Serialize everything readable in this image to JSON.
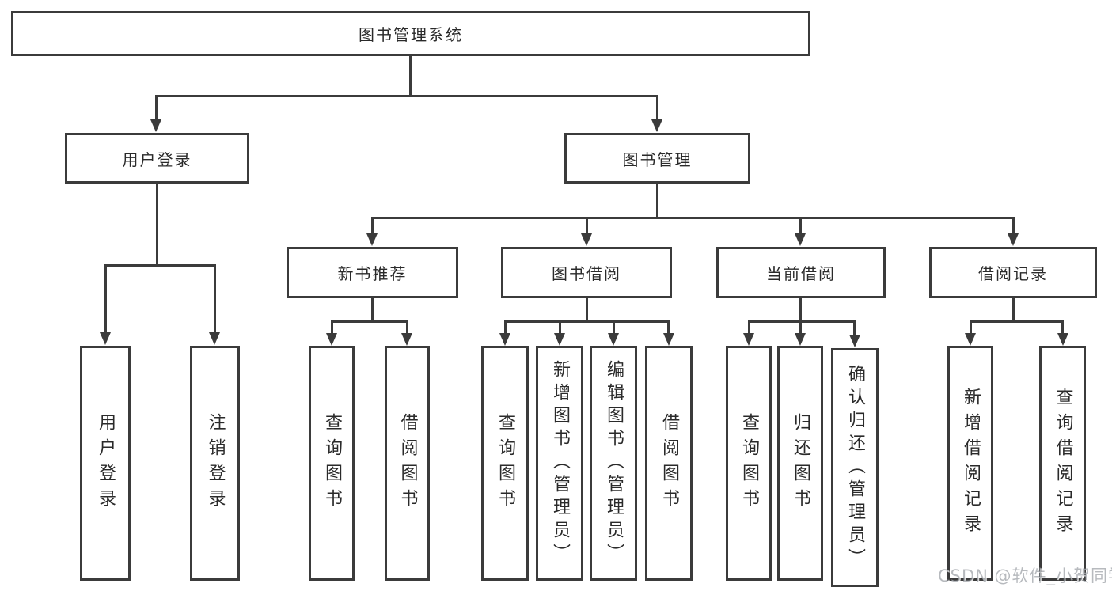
{
  "diagram": {
    "watermark": "CSDN @软件_小贺同学",
    "colors": {
      "line": "#3b3b3b",
      "text": "#2a2a2a",
      "background": "#ffffff",
      "watermark_gray": "#878c92"
    },
    "root": {
      "label": "图书管理系统",
      "children": [
        {
          "label": "用户登录",
          "children": [
            {
              "label": "用户登录"
            },
            {
              "label": "注销登录"
            }
          ]
        },
        {
          "label": "图书管理",
          "children": [
            {
              "label": "新书推荐",
              "children": [
                {
                  "label": "查询图书"
                },
                {
                  "label": "借阅图书"
                }
              ]
            },
            {
              "label": "图书借阅",
              "children": [
                {
                  "label": "查询图书"
                },
                {
                  "label": "新增图书（管理员）"
                },
                {
                  "label": "编辑图书（管理员）"
                },
                {
                  "label": "借阅图书"
                }
              ]
            },
            {
              "label": "当前借阅",
              "children": [
                {
                  "label": "查询图书"
                },
                {
                  "label": "归还图书"
                },
                {
                  "label": "确认归还（管理员）"
                }
              ]
            },
            {
              "label": "借阅记录",
              "children": [
                {
                  "label": "新增借阅记录"
                },
                {
                  "label": "查询借阅记录"
                }
              ]
            }
          ]
        }
      ]
    }
  }
}
